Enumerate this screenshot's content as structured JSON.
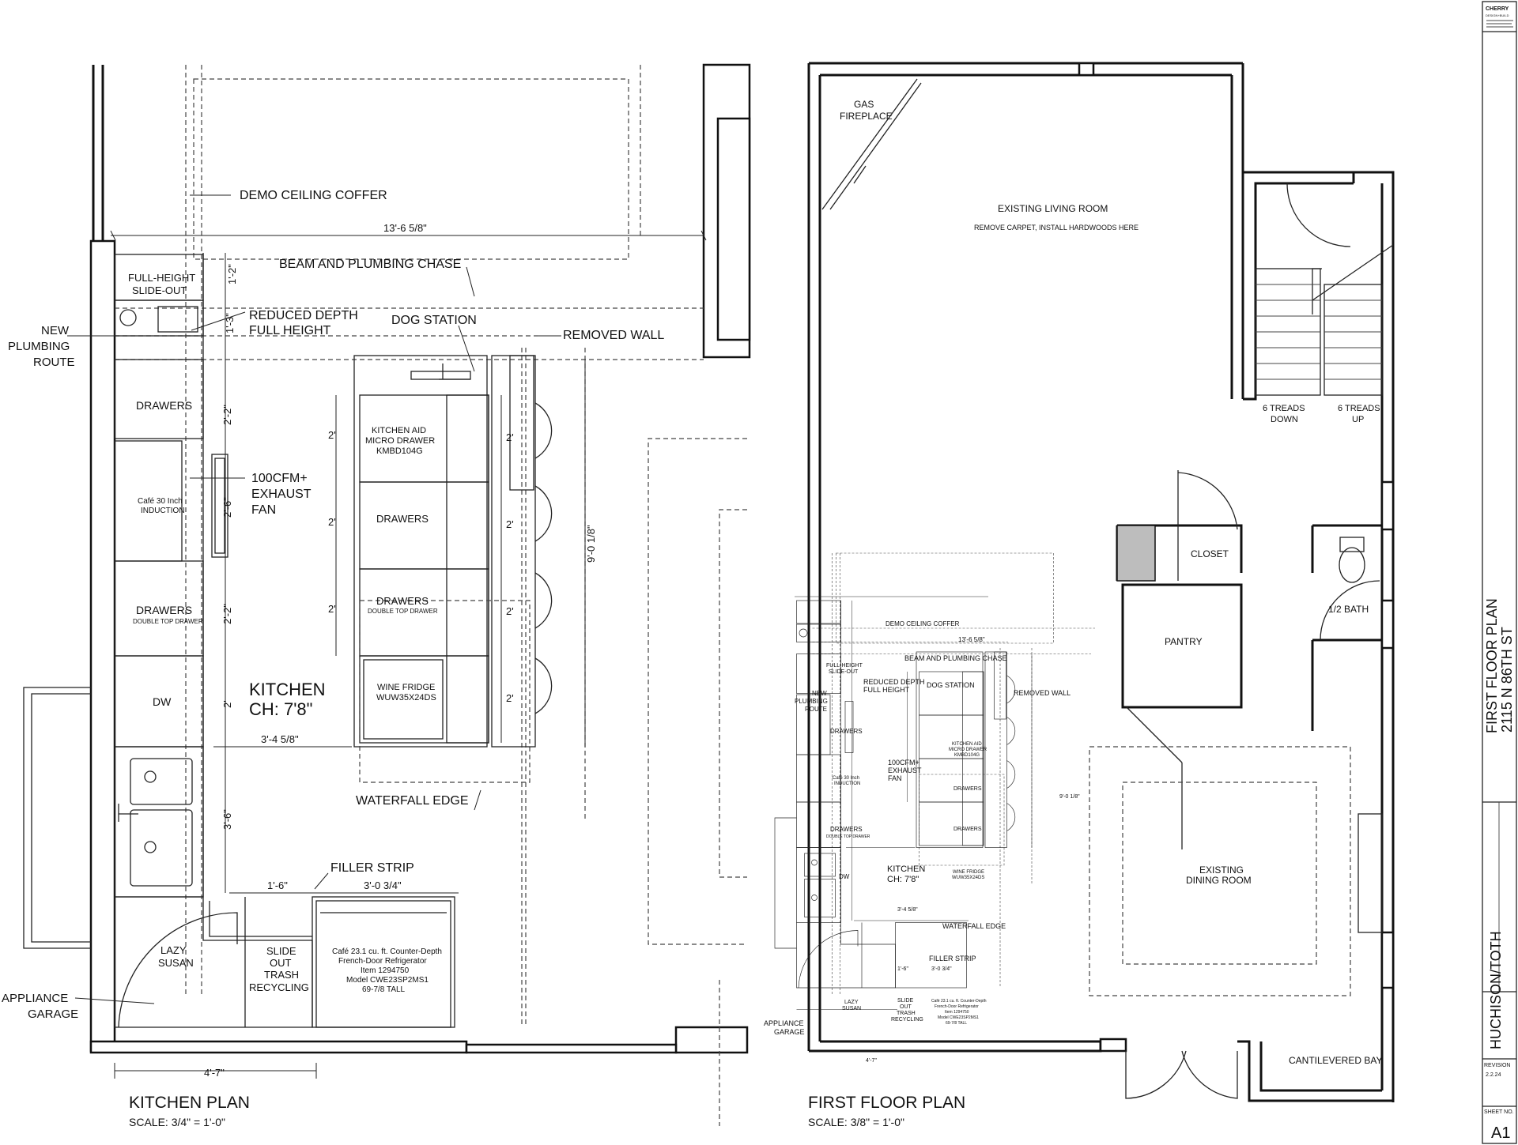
{
  "kitchen_plan": {
    "title": "KITCHEN PLAN",
    "scale": "SCALE: 3/4\" = 1'-0\"",
    "labels": {
      "demo_coffer": "DEMO CEILING COFFER",
      "beam_chase": "BEAM AND PLUMBING CHASE",
      "full_height_1": "FULL-HEIGHT",
      "full_height_2": "SLIDE-OUT",
      "reduced_1": "REDUCED DEPTH",
      "reduced_2": "FULL HEIGHT",
      "dog_station": "DOG STATION",
      "removed_wall": "REMOVED WALL",
      "new_plumb_1": "NEW",
      "new_plumb_2": "PLUMBING",
      "new_plumb_3": "ROUTE",
      "drawers_1": "DRAWERS",
      "cafe_1": "Café 30 Inch",
      "cafe_2": "INDUCTION",
      "exhaust_1": "100CFM+",
      "exhaust_2": "EXHAUST",
      "exhaust_3": "FAN",
      "drawers_2": "DRAWERS",
      "double_top": "DOUBLE TOP DRAWER",
      "dw": "DW",
      "kitchen_1": "KITCHEN",
      "kitchen_2": "CH: 7'8\"",
      "micro_1": "KITCHEN AID",
      "micro_2": "MICRO DRAWER",
      "micro_3": "KMBD104G",
      "island_drawers_1": "DRAWERS",
      "island_drawers_2": "DRAWERS",
      "island_double_top": "DOUBLE TOP DRAWER",
      "wine_1": "WINE FRIDGE",
      "wine_2": "WUW35X24DS",
      "waterfall": "WATERFALL EDGE",
      "filler": "FILLER STRIP",
      "lazy_1": "LAZY",
      "lazy_2": "SUSAN",
      "slide_1": "SLIDE",
      "slide_2": "OUT",
      "slide_3": "TRASH",
      "slide_4": "RECYCLING",
      "fridge_1": "Café 23.1 cu. ft. Counter-Depth",
      "fridge_2": "French-Door Refrigerator",
      "fridge_3": "Item  1294750",
      "fridge_4": "Model  CWE23SP2MS1",
      "fridge_5": "69-7/8 TALL",
      "appliance_1": "APPLIANCE",
      "appliance_2": "GARAGE"
    },
    "dims": {
      "d_13_6": "13'-6 5/8\"",
      "d_1_2": "1'-2\"",
      "d_1_3": "1'-3\"",
      "d_2_2a": "2'-2\"",
      "d_2_6": "2'-6\"",
      "d_2_2b": "2'-2\"",
      "d_2a": "2'",
      "d_3_6": "3'-6\"",
      "d_3_4": "3'-4 5/8\"",
      "d_1_6": "1'-6\"",
      "d_3_0": "3'-0 3/4\"",
      "d_4_7": "4'-7\"",
      "d_9_0": "9'-0 1/8\"",
      "island_2a": "2'",
      "island_2b": "2'",
      "island_2c": "2'",
      "bar_2a": "2'",
      "bar_2b": "2'",
      "bar_2c": "2'",
      "bar_2d": "2'"
    }
  },
  "first_floor": {
    "title": "FIRST FLOOR PLAN",
    "scale": "SCALE: 3/8\" = 1'-0\"",
    "labels": {
      "gas_1": "GAS",
      "gas_2": "FIREPLACE",
      "living_1": "EXISTING LIVING ROOM",
      "living_2": "REMOVE CARPET, INSTALL HARDWOODS HERE",
      "treads_down_1": "6 TREADS",
      "treads_down_2": "DOWN",
      "treads_up_1": "6 TREADS",
      "treads_up_2": "UP",
      "closet": "CLOSET",
      "bath": "1/2 BATH",
      "pantry": "PANTRY",
      "dining_1": "EXISTING",
      "dining_2": "DINING ROOM",
      "bay": "CANTILEVERED BAY",
      "mini_demo": "DEMO CEILING COFFER",
      "mini_dim": "13'-6 5/8\"",
      "mini_beam": "BEAM AND PLUMBING CHASE",
      "mini_fh_1": "FULL-HEIGHT",
      "mini_fh_2": "SLIDE-OUT",
      "mini_red_1": "REDUCED DEPTH",
      "mini_red_2": "FULL HEIGHT",
      "mini_dog": "DOG STATION",
      "mini_removed": "REMOVED WALL",
      "mini_np_1": "NEW",
      "mini_np_2": "PLUMBING",
      "mini_np_3": "ROUTE",
      "mini_drawers": "DRAWERS",
      "mini_cafe_1": "Café 30 Inch",
      "mini_cafe_2": "INDUCTION",
      "mini_ex_1": "100CFM+",
      "mini_ex_2": "EXHAUST",
      "mini_ex_3": "FAN",
      "mini_drawers_2": "DRAWERS",
      "mini_double": "DOUBLE TOP DRAWER",
      "mini_dw": "DW",
      "mini_kitchen_1": "KITCHEN",
      "mini_kitchen_2": "CH: 7'8\"",
      "mini_micro_1": "KITCHEN AID",
      "mini_micro_2": "MICRO DRAWER",
      "mini_micro_3": "KMBD104G",
      "mini_idraw_1": "DRAWERS",
      "mini_idraw_2": "DRAWERS",
      "mini_wine_1": "WINE FRIDGE",
      "mini_wine_2": "WUW35X24DS",
      "mini_d34": "3'-4 5/8\"",
      "mini_waterfall": "WATERFALL EDGE",
      "mini_filler": "FILLER STRIP",
      "mini_d16": "1'-6\"",
      "mini_d30": "3'-0 3/4\"",
      "mini_lazy_1": "LAZY",
      "mini_lazy_2": "SUSAN",
      "mini_slide_1": "SLIDE",
      "mini_slide_2": "OUT",
      "mini_slide_3": "TRASH",
      "mini_slide_4": "RECYCLING",
      "mini_fridge_1": "Café 23.1 cu. ft. Counter-Depth",
      "mini_fridge_2": "French-Door Refrigerator",
      "mini_fridge_3": "Item  1294750",
      "mini_fridge_4": "Model  CWE23SP2MS1",
      "mini_fridge_5": "69-7/8 TALL",
      "mini_app_1": "APPLIANCE",
      "mini_app_2": "GARAGE",
      "mini_d47": "4'-7\"",
      "mini_d90": "9'-0 1/8\""
    }
  },
  "title_block": {
    "company_1": "CHERRY",
    "company_2": "DESIGN+BUILD",
    "sheet_title": "FIRST FLOOR PLAN",
    "address": "2115 N 86TH ST",
    "client": "HUCHISON/TOTH",
    "revision_label": "REVISION",
    "revision_date": "2.2.24",
    "sheet_no_label": "SHEET NO.",
    "sheet_no": "A1"
  }
}
